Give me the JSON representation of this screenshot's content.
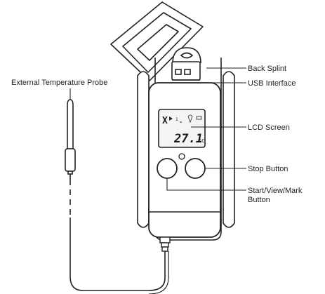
{
  "labels": {
    "back_splint": "Back Splint",
    "usb_interface": "USB  Interface",
    "external_probe": "External Temperature Probe",
    "lcd_screen": "LCD Screen",
    "stop_button": "Stop Button",
    "start_view_mark_line1": "Start/View/Mark",
    "start_view_mark_line2": "Button"
  },
  "lcd": {
    "reading": "27.1",
    "unit": "°C",
    "mode_glyph": "X",
    "digit_glyph": "1"
  },
  "colors": {
    "line": "#222222",
    "lcd_background": "#f4f4f4",
    "background": "#ffffff"
  }
}
